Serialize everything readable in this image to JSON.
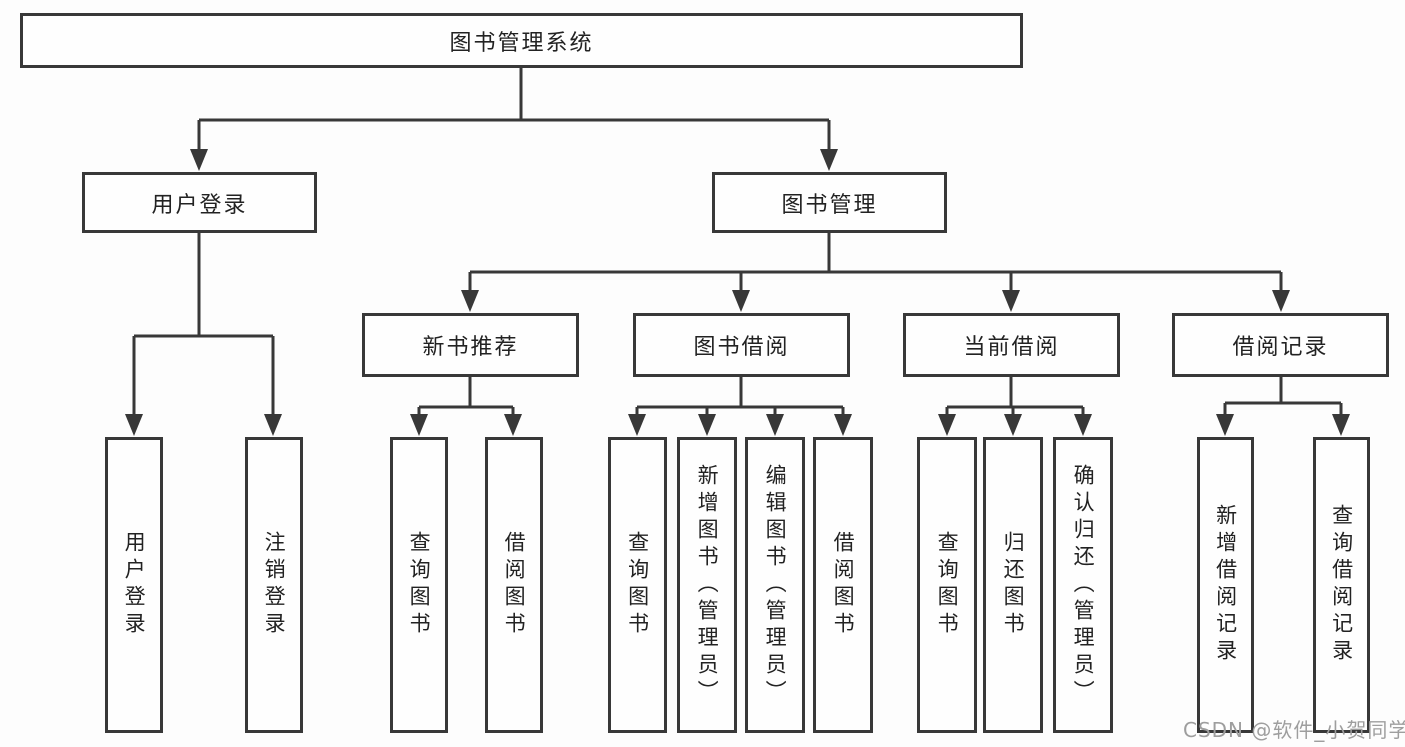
{
  "diagram": {
    "title": "图书管理系统",
    "watermark": "CSDN @软件_小贺同学",
    "colors": {
      "line": "#383838",
      "text": "#222222",
      "background": "#fdfdfd",
      "watermark": "#9e9e9e"
    },
    "nodes": {
      "root": "图书管理系统",
      "user_login": "用户登录",
      "book_management": "图书管理",
      "leaf_user_login": "用户登录",
      "leaf_logout": "注销登录",
      "new_book_recommend": "新书推荐",
      "book_borrow": "图书借阅",
      "current_borrow": "当前借阅",
      "borrow_record": "借阅记录",
      "nbr_query_book": "查询图书",
      "nbr_borrow_book": "借阅图书",
      "bb_query_book": "查询图书",
      "bb_add_book_admin": "新增图书（管理员）",
      "bb_edit_book_admin": "编辑图书（管理员）",
      "bb_borrow_book": "借阅图书",
      "cb_query_book": "查询图书",
      "cb_return_book": "归还图书",
      "cb_confirm_return_admin": "确认归还（管理员）",
      "br_add_record": "新增借阅记录",
      "br_query_record": "查询借阅记录"
    },
    "tree": {
      "label": "图书管理系统",
      "children": [
        {
          "label": "用户登录",
          "children": [
            {
              "label": "用户登录"
            },
            {
              "label": "注销登录"
            }
          ]
        },
        {
          "label": "图书管理",
          "children": [
            {
              "label": "新书推荐",
              "children": [
                {
                  "label": "查询图书"
                },
                {
                  "label": "借阅图书"
                }
              ]
            },
            {
              "label": "图书借阅",
              "children": [
                {
                  "label": "查询图书"
                },
                {
                  "label": "新增图书（管理员）"
                },
                {
                  "label": "编辑图书（管理员）"
                },
                {
                  "label": "借阅图书"
                }
              ]
            },
            {
              "label": "当前借阅",
              "children": [
                {
                  "label": "查询图书"
                },
                {
                  "label": "归还图书"
                },
                {
                  "label": "确认归还（管理员）"
                }
              ]
            },
            {
              "label": "借阅记录",
              "children": [
                {
                  "label": "新增借阅记录"
                },
                {
                  "label": "查询借阅记录"
                }
              ]
            }
          ]
        }
      ]
    }
  }
}
